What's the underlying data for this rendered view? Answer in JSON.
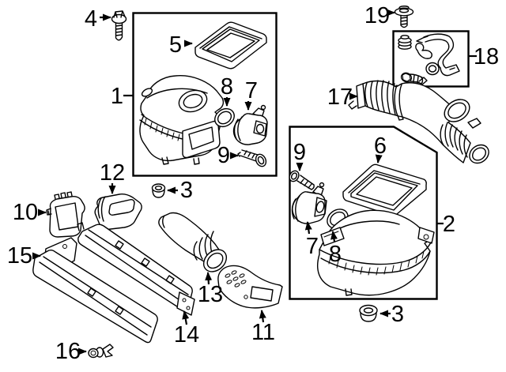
{
  "colors": {
    "background": "#ffffff",
    "line": "#000000"
  },
  "callouts": [
    {
      "id": "c4",
      "label": "4",
      "depicts": "hex-flange-bolt"
    },
    {
      "id": "c1",
      "label": "1",
      "depicts": "air-cleaner-upper-assembly-box"
    },
    {
      "id": "c5",
      "label": "5",
      "depicts": "air-filter-panel"
    },
    {
      "id": "c8a",
      "label": "8",
      "depicts": "o-ring-seal"
    },
    {
      "id": "c7a",
      "label": "7",
      "depicts": "air-flow-sensor"
    },
    {
      "id": "c9a",
      "label": "9",
      "depicts": "screw"
    },
    {
      "id": "c12",
      "label": "12",
      "depicts": "intake-duct"
    },
    {
      "id": "c3a",
      "label": "3",
      "depicts": "grommet"
    },
    {
      "id": "c10",
      "label": "10",
      "depicts": "inlet-duct"
    },
    {
      "id": "c15",
      "label": "15",
      "depicts": "resonator-lower-panel"
    },
    {
      "id": "c16",
      "label": "16",
      "depicts": "push-clip"
    },
    {
      "id": "c14",
      "label": "14",
      "depicts": "resonator-upper-panel"
    },
    {
      "id": "c13",
      "label": "13",
      "depicts": "elbow-duct"
    },
    {
      "id": "c11",
      "label": "11",
      "depicts": "perforated-duct"
    },
    {
      "id": "c2",
      "label": "2",
      "depicts": "air-cleaner-lower-assembly-box"
    },
    {
      "id": "c9b",
      "label": "9",
      "depicts": "screw"
    },
    {
      "id": "c6",
      "label": "6",
      "depicts": "air-filter-panel"
    },
    {
      "id": "c7b",
      "label": "7",
      "depicts": "air-flow-sensor"
    },
    {
      "id": "c8b",
      "label": "8",
      "depicts": "o-ring-seal"
    },
    {
      "id": "c3b",
      "label": "3",
      "depicts": "grommet"
    },
    {
      "id": "c19",
      "label": "19",
      "depicts": "washer-head-screw"
    },
    {
      "id": "c18",
      "label": "18",
      "depicts": "bracket-kit-box"
    },
    {
      "id": "c17",
      "label": "17",
      "depicts": "flexible-intake-hose"
    }
  ]
}
